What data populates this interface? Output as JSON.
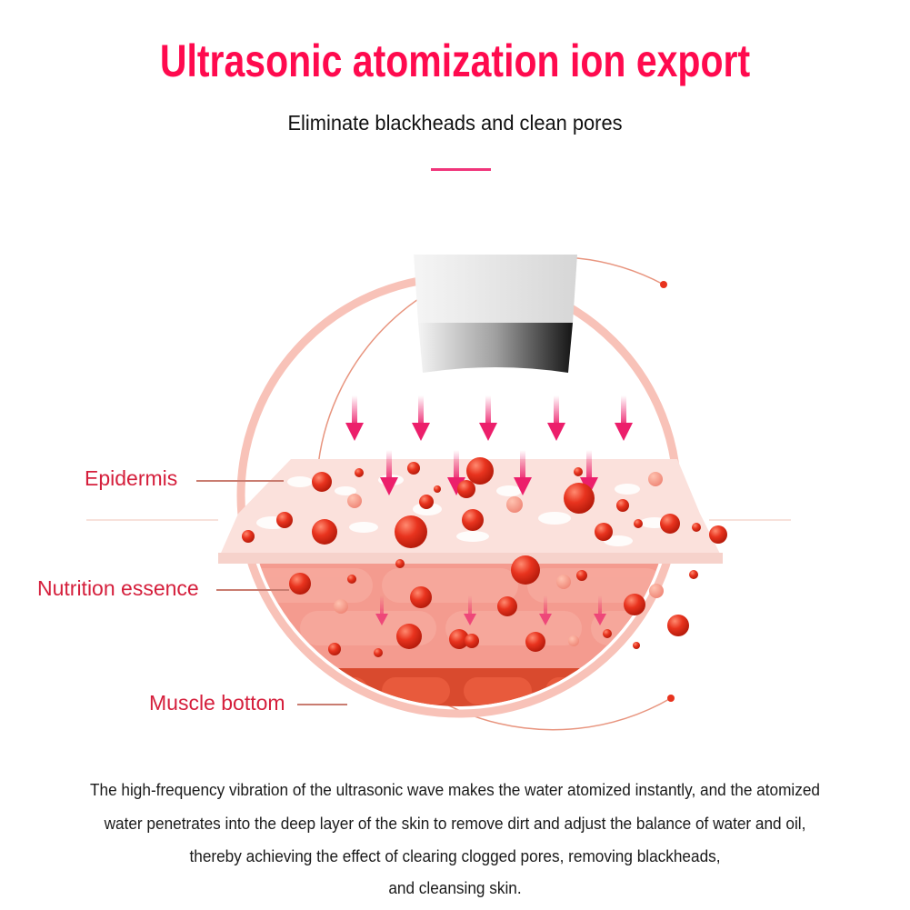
{
  "header": {
    "title": "Ultrasonic atomization ion export",
    "subtitle": "Eliminate blackheads and clean pores"
  },
  "diagram": {
    "labels": {
      "epidermis": "Epidermis",
      "nutrition": "Nutrition essence",
      "muscle": "Muscle bottom"
    },
    "colors": {
      "accent": "#ff0a4e",
      "label": "#d51f3c",
      "ring": "#f7b7ad",
      "droplet": "#e8331e",
      "arrow": "#ec1f6b",
      "muscle": "#d94a2e"
    }
  },
  "description": {
    "lines": [
      "The high-frequency vibration of the ultrasonic wave makes the water atomized instantly, and the atomized",
      "water penetrates into the deep layer of the skin to remove dirt and adjust the balance of water and oil,",
      "thereby achieving the effect of clearing clogged pores, removing blackheads,",
      "and cleansing skin."
    ]
  }
}
